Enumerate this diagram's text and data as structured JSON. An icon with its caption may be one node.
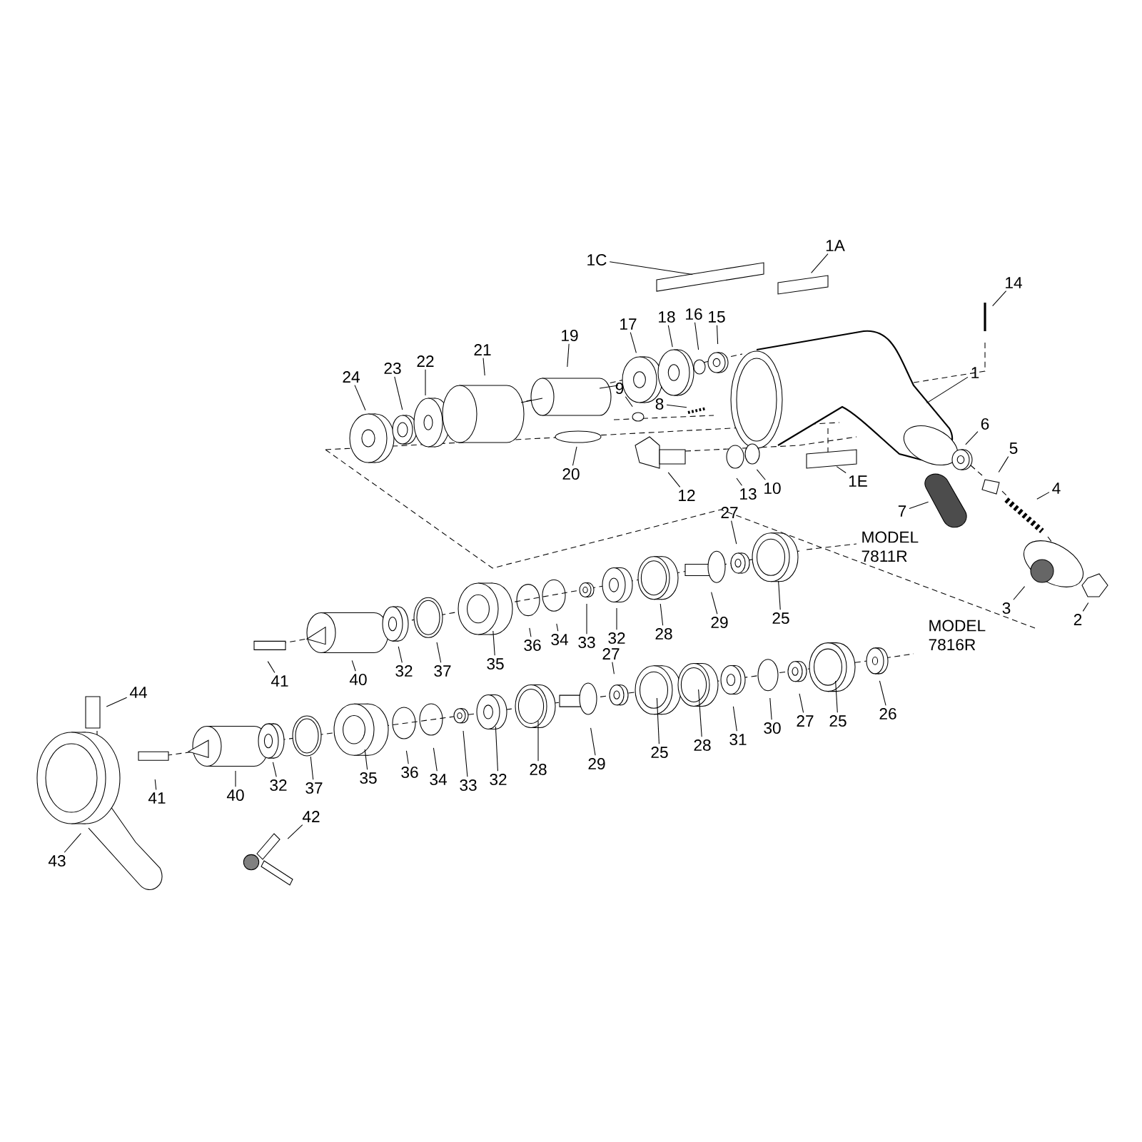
{
  "diagram": {
    "nodes": [
      {
        "text": [
          "1A"
        ]
      },
      {
        "text": [
          "14"
        ]
      },
      {
        "text": [
          "1C"
        ]
      },
      {
        "text": [
          "1"
        ]
      },
      {
        "text": [
          "19"
        ]
      },
      {
        "text": [
          "21"
        ]
      },
      {
        "text": [
          "17"
        ]
      },
      {
        "text": [
          "18"
        ]
      },
      {
        "text": [
          "16"
        ]
      },
      {
        "text": [
          "15"
        ]
      },
      {
        "text": [
          "22"
        ]
      },
      {
        "text": [
          "23"
        ]
      },
      {
        "text": [
          "24"
        ]
      },
      {
        "text": [
          "9"
        ]
      },
      {
        "text": [
          "8"
        ]
      },
      {
        "text": [
          "6"
        ]
      },
      {
        "text": [
          "5"
        ]
      },
      {
        "text": [
          "4"
        ]
      },
      {
        "text": [
          "20"
        ]
      },
      {
        "text": [
          "1E"
        ]
      },
      {
        "text": [
          "10"
        ]
      },
      {
        "text": [
          "13"
        ]
      },
      {
        "text": [
          "12"
        ]
      },
      {
        "text": [
          "7"
        ]
      },
      {
        "text": [
          "27"
        ]
      },
      {
        "text": [
          "3"
        ]
      },
      {
        "text": [
          "25"
        ]
      },
      {
        "text": [
          "29"
        ]
      },
      {
        "text": [
          "28"
        ]
      },
      {
        "text": [
          "32"
        ]
      },
      {
        "text": [
          "33"
        ]
      },
      {
        "text": [
          "34"
        ]
      },
      {
        "text": [
          "36"
        ]
      },
      {
        "text": [
          "35"
        ]
      },
      {
        "text": [
          "37"
        ]
      },
      {
        "text": [
          "32"
        ]
      },
      {
        "text": [
          "40"
        ]
      },
      {
        "text": [
          "41"
        ]
      },
      {
        "text": [
          "2"
        ]
      },
      {
        "text": [
          "44"
        ]
      },
      {
        "text": [
          "26"
        ]
      },
      {
        "text": [
          "25"
        ]
      },
      {
        "text": [
          "27"
        ]
      },
      {
        "text": [
          "30"
        ]
      },
      {
        "text": [
          "31"
        ]
      },
      {
        "text": [
          "28"
        ]
      },
      {
        "text": [
          "25"
        ]
      },
      {
        "text": [
          "27"
        ]
      },
      {
        "text": [
          "29"
        ]
      },
      {
        "text": [
          "28"
        ]
      },
      {
        "text": [
          "32"
        ]
      },
      {
        "text": [
          "33"
        ]
      },
      {
        "text": [
          "34"
        ]
      },
      {
        "text": [
          "36"
        ]
      },
      {
        "text": [
          "35"
        ]
      },
      {
        "text": [
          "37"
        ]
      },
      {
        "text": [
          "32"
        ]
      },
      {
        "text": [
          "40"
        ]
      },
      {
        "text": [
          "41"
        ]
      },
      {
        "text": [
          "42"
        ]
      },
      {
        "text": [
          "43"
        ]
      }
    ],
    "edges": [
      {
        "from": 0,
        "to": null,
        "arrow": "none"
      },
      {
        "from": 1,
        "to": null,
        "arrow": "none"
      },
      {
        "from": 2,
        "to": null,
        "arrow": "none"
      },
      {
        "from": 3,
        "to": null,
        "arrow": "none"
      },
      {
        "from": 4,
        "to": null,
        "arrow": "none"
      },
      {
        "from": 5,
        "to": null,
        "arrow": "none"
      },
      {
        "from": 6,
        "to": null,
        "arrow": "none"
      },
      {
        "from": 7,
        "to": null,
        "arrow": "none"
      },
      {
        "from": 8,
        "to": null,
        "arrow": "none"
      },
      {
        "from": 9,
        "to": null,
        "arrow": "none"
      },
      {
        "from": 10,
        "to": null,
        "arrow": "none"
      },
      {
        "from": 11,
        "to": null,
        "arrow": "none"
      },
      {
        "from": 12,
        "to": null,
        "arrow": "none"
      },
      {
        "from": 13,
        "to": null,
        "arrow": "none"
      },
      {
        "from": 14,
        "to": null,
        "arrow": "none"
      },
      {
        "from": 15,
        "to": null,
        "arrow": "none"
      },
      {
        "from": 16,
        "to": null,
        "arrow": "none"
      },
      {
        "from": 17,
        "to": null,
        "arrow": "none"
      },
      {
        "from": 18,
        "to": null,
        "arrow": "none"
      },
      {
        "from": 19,
        "to": null,
        "arrow": "none"
      },
      {
        "from": 20,
        "to": null,
        "arrow": "none"
      },
      {
        "from": 21,
        "to": null,
        "arrow": "none"
      },
      {
        "from": 22,
        "to": null,
        "arrow": "none"
      },
      {
        "from": 23,
        "to": null,
        "arrow": "none"
      },
      {
        "from": 24,
        "to": null,
        "arrow": "none"
      },
      {
        "from": 25,
        "to": null,
        "arrow": "none"
      },
      {
        "from": 26,
        "to": null,
        "arrow": "none"
      },
      {
        "from": 27,
        "to": null,
        "arrow": "none"
      },
      {
        "from": 28,
        "to": null,
        "arrow": "none"
      },
      {
        "from": 29,
        "to": null,
        "arrow": "none"
      },
      {
        "from": 30,
        "to": null,
        "arrow": "none"
      },
      {
        "from": 31,
        "to": null,
        "arrow": "none"
      },
      {
        "from": 32,
        "to": null,
        "arrow": "none"
      },
      {
        "from": 33,
        "to": null,
        "arrow": "none"
      },
      {
        "from": 34,
        "to": null,
        "arrow": "none"
      },
      {
        "from": 35,
        "to": null,
        "arrow": "none"
      },
      {
        "from": 36,
        "to": null,
        "arrow": "none"
      },
      {
        "from": 37,
        "to": null,
        "arrow": "none"
      },
      {
        "from": 38,
        "to": null,
        "arrow": "none"
      },
      {
        "from": 39,
        "to": null,
        "arrow": "none"
      },
      {
        "from": 40,
        "to": null,
        "arrow": "none"
      },
      {
        "from": 41,
        "to": null,
        "arrow": "none"
      },
      {
        "from": 42,
        "to": null,
        "arrow": "none"
      },
      {
        "from": 43,
        "to": null,
        "arrow": "none"
      },
      {
        "from": 44,
        "to": null,
        "arrow": "none"
      },
      {
        "from": 45,
        "to": null,
        "arrow": "none"
      },
      {
        "from": 46,
        "to": null,
        "arrow": "none"
      },
      {
        "from": 47,
        "to": null,
        "arrow": "none"
      },
      {
        "from": 48,
        "to": null,
        "arrow": "none"
      },
      {
        "from": 49,
        "to": null,
        "arrow": "none"
      },
      {
        "from": 50,
        "to": null,
        "arrow": "none"
      },
      {
        "from": 51,
        "to": null,
        "arrow": "none"
      },
      {
        "from": 52,
        "to": null,
        "arrow": "none"
      },
      {
        "from": 53,
        "to": null,
        "arrow": "none"
      },
      {
        "from": 54,
        "to": null,
        "arrow": "none"
      },
      {
        "from": 55,
        "to": null,
        "arrow": "none"
      },
      {
        "from": 56,
        "to": null,
        "arrow": "none"
      },
      {
        "from": 57,
        "to": null,
        "arrow": "none"
      },
      {
        "from": 58,
        "to": null,
        "arrow": "none"
      },
      {
        "from": 59,
        "to": null,
        "arrow": "none"
      },
      {
        "from": 60,
        "to": null,
        "arrow": "none"
      }
    ],
    "labels": [
      "MODEL 7811R",
      "MODEL 7816R"
    ]
  }
}
